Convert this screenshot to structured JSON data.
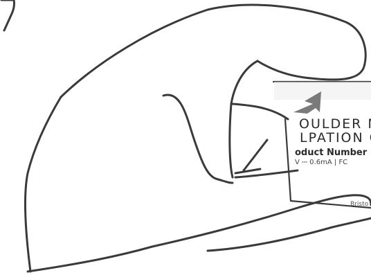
{
  "device_label": {
    "line1": "OULDER M",
    "line2": "LPATION G",
    "line3": "oduct Number",
    "line4": "V ⎓ 0.6mA  |  FC",
    "line5": "Bristo"
  },
  "icons": [
    "hand-drawing",
    "gripped-device",
    "arrow-icon",
    "weee-bin-icon"
  ],
  "colors": {
    "stroke": "#3a3a3a",
    "arrow": "#7a7a7a"
  }
}
